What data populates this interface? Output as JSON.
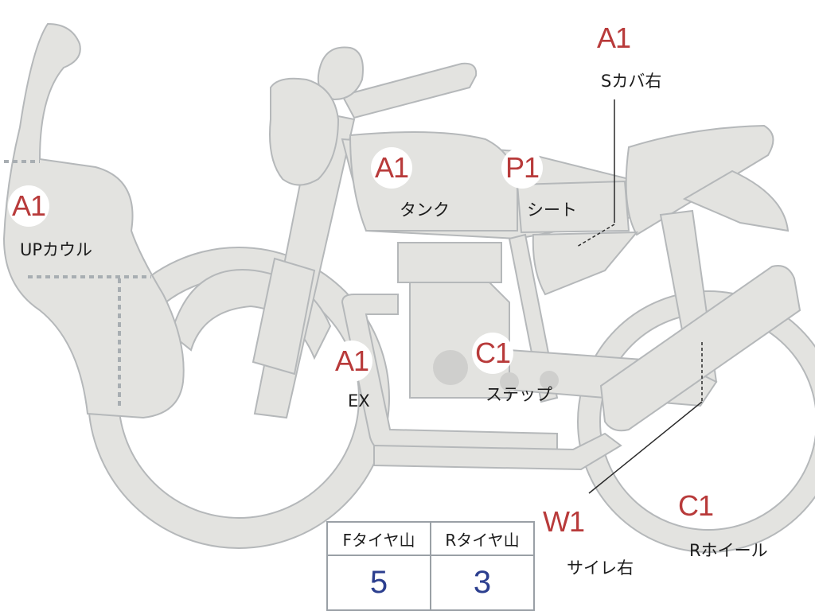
{
  "callouts": [
    {
      "id": "up-cowl",
      "code": "A1",
      "label": "UPカウル"
    },
    {
      "id": "tank",
      "code": "A1",
      "label": "タンク"
    },
    {
      "id": "seat",
      "code": "P1",
      "label": "シート"
    },
    {
      "id": "side-cover-right",
      "code": "A1",
      "label": "Sカバ右"
    },
    {
      "id": "exhaust",
      "code": "A1",
      "label": "EX"
    },
    {
      "id": "step",
      "code": "C1",
      "label": "ステップ"
    },
    {
      "id": "silencer-right",
      "code": "W1",
      "label": "サイレ右"
    },
    {
      "id": "rear-wheel",
      "code": "C1",
      "label": "Rホイール"
    }
  ],
  "tire_table": {
    "headers": [
      "Fタイヤ山",
      "Rタイヤ山"
    ],
    "values": [
      "5",
      "3"
    ]
  },
  "colors": {
    "part_fill": "#e3e3e0",
    "part_outline": "#b5b8ba",
    "marker_text": "#b83a3a",
    "table_value": "#2c3f8f"
  }
}
